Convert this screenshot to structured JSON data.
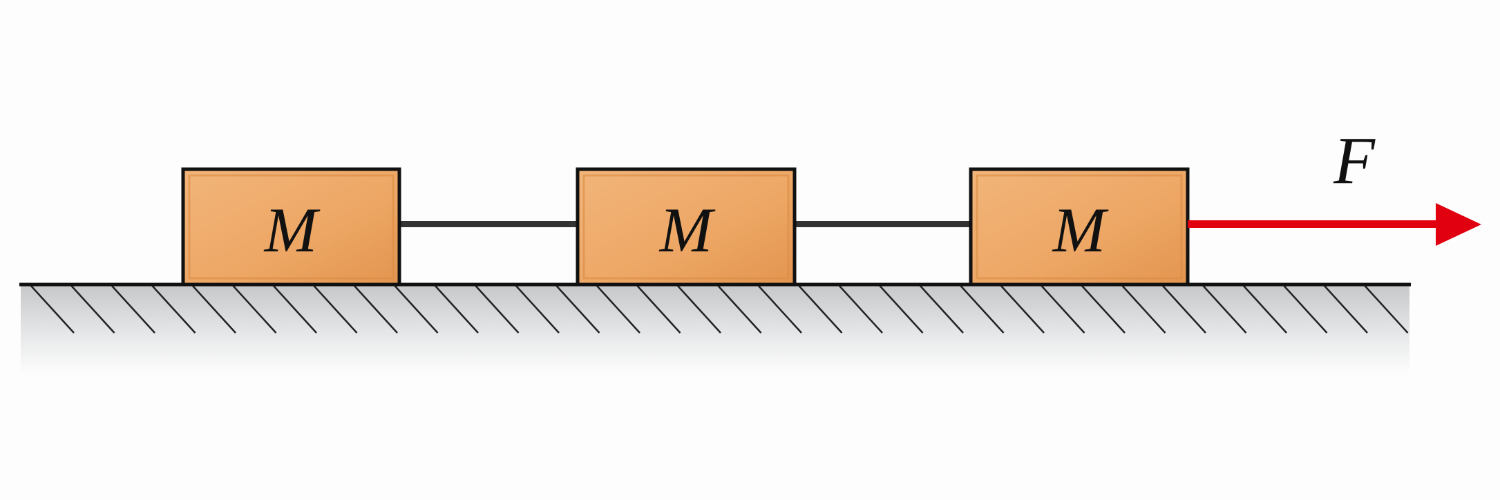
{
  "blocks": [
    {
      "label": "M"
    },
    {
      "label": "M"
    },
    {
      "label": "M"
    }
  ],
  "force": {
    "label": "F",
    "color": "#e00010"
  },
  "colors": {
    "block_fill": "#eea564",
    "block_fill_light": "#f3b97f",
    "block_stroke": "#111111",
    "string": "#333333",
    "ground_line": "#111111",
    "hatch": "#222222",
    "ground_shade": "#c9cacc"
  }
}
